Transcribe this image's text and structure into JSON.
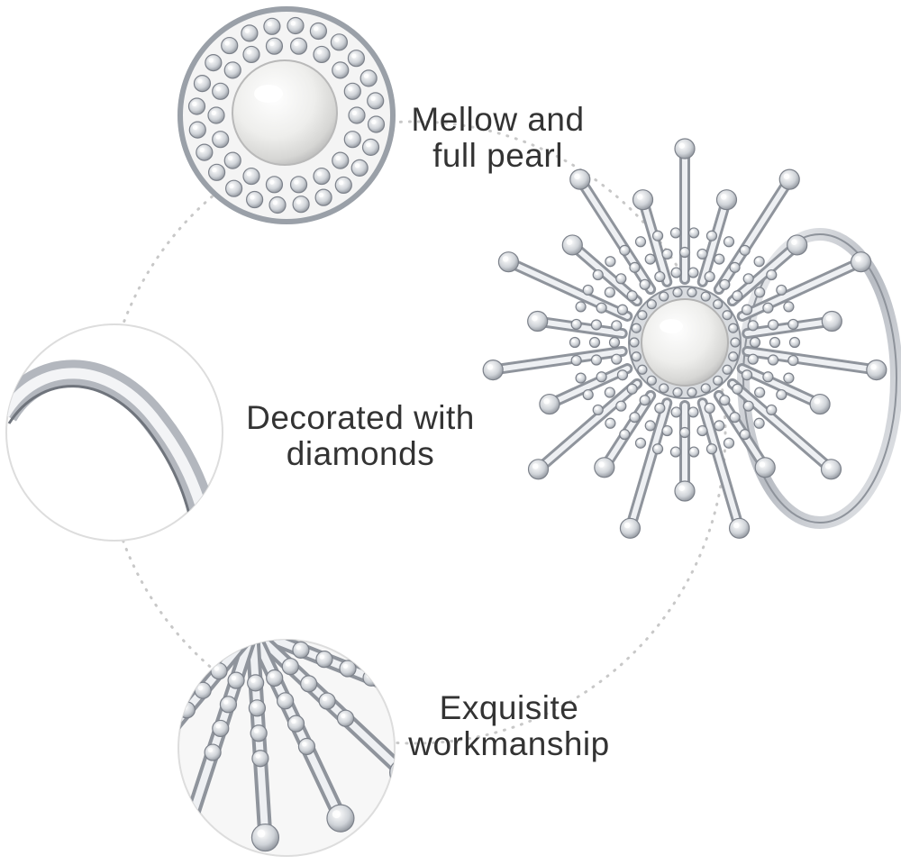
{
  "image": {
    "subject": "silver-sunburst-pearl-napkin-ring",
    "background_color": "#ffffff",
    "metal_color": "#c9ccd2",
    "pearl_color": "#f1f1ef",
    "dotted_ring_color": "#c8c8c8"
  },
  "features": [
    {
      "id": "pearl",
      "line1": "Mellow and",
      "line2": "full pearl",
      "icon": "pearl-closeup"
    },
    {
      "id": "diamonds",
      "line1": "Decorated with",
      "line2": "diamonds",
      "icon": "band-closeup"
    },
    {
      "id": "workmanship",
      "line1": "Exquisite",
      "line2": "workmanship",
      "icon": "rays-closeup"
    }
  ],
  "text_color": "#333333"
}
